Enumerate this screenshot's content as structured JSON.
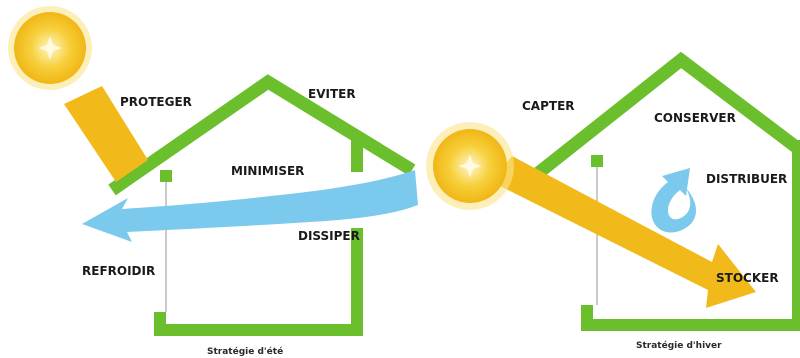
{
  "colors": {
    "wall": "#6cbf2c",
    "sun": "#f5c21b",
    "sun_core": "#fff2b0",
    "sun_ray": "#f2b91a",
    "air": "#7cc9ee",
    "post": "#b8b8b8",
    "text": "#1a1a1a"
  },
  "summer": {
    "labels": {
      "proteger": "PROTEGER",
      "eviter": "EVITER",
      "minimiser": "MINIMISER",
      "dissiper": "DISSIPER",
      "refroidir": "REFROIDIR"
    },
    "caption": "Stratégie d'été"
  },
  "winter": {
    "labels": {
      "capter": "CAPTER",
      "conserver": "CONSERVER",
      "distribuer": "DISTRIBUER",
      "stocker": "STOCKER"
    },
    "caption": "Stratégie d'hiver"
  },
  "icons": {
    "summer_sun": "sun-icon",
    "winter_sun": "sun-icon",
    "cool_air_arrow": "air-flow-arrow-icon",
    "recirculation_arrow": "circular-arrow-icon"
  }
}
